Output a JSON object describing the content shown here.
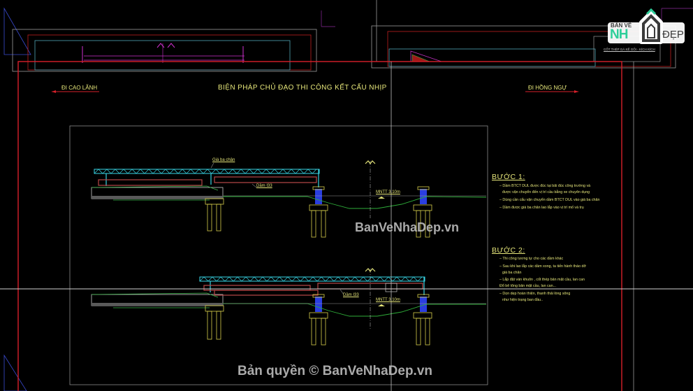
{
  "drawing": {
    "title": "BIỆN PHÁP CHỦ ĐẠO THI CÔNG KẾT CẤU NHỊP",
    "direction_left": "ĐI CAO LÃNH",
    "direction_right": "ĐI HỒNG NGỰ",
    "labels": {
      "launcher_leg": "Giá ba chân",
      "girder_1": "Dầm I33",
      "girder_2": "Dầm I33",
      "water_level_1": "MNTT 3.10m",
      "water_level_2": "MNTT 3.10m"
    },
    "steps": [
      {
        "heading": "BƯỚC 1:",
        "notes": [
          "– Dầm BTCT DUL được đúc tại bãi đúc công trường và",
          "được vận chuyển đến vị trí cầu bằng xe chuyên dụng",
          "– Dùng cần cẩu vận chuyển dầm BTCT DUL vào giá ba chân",
          "– Dầm được giá ba chân lao lắp vào vị trí  mố và trụ"
        ]
      },
      {
        "heading": "BƯỚC 2:",
        "notes": [
          "– Thi công tương tự cho các dầm khác",
          "– Sau khi lao lắp các dầm xong, ta tiến hành tháo dỡ",
          "giá ba chân",
          "– Lắp đặt ván khuôn , cốt thép bản mặt cầu, lan can",
          "Đổ bê tông bản mặt cầu, lan can...",
          "– Dọn dẹp hoàn thiện, thanh thải lòng sông",
          "như hiện trạng ban đầu.."
        ]
      }
    ],
    "thumbnail_right_label": "CỐT THÉP GÁ KẾ GỐI - KÍCH KÍCH"
  },
  "watermark": {
    "center": "BanVeNhaDep.vn",
    "copyright": "Bản quyền © BanVeNhaDep.vn",
    "logo_top": "BẢN VẼ",
    "logo_mid": "NH",
    "logo_right": "ĐẸP"
  },
  "colors": {
    "background": "#000000",
    "frame_red": "#d8202a",
    "text_yellow": "#e6e67a",
    "truss_cyan": "#38d6e6",
    "girder_red": "#b84848",
    "ground_green": "#2fae3a",
    "pier_blue": "#2a3ee0",
    "pile_yellow": "#d6cf4a",
    "crosshair": "#c8c8c8",
    "magenta": "#e040e0",
    "logo_green": "#2ecf9a"
  }
}
